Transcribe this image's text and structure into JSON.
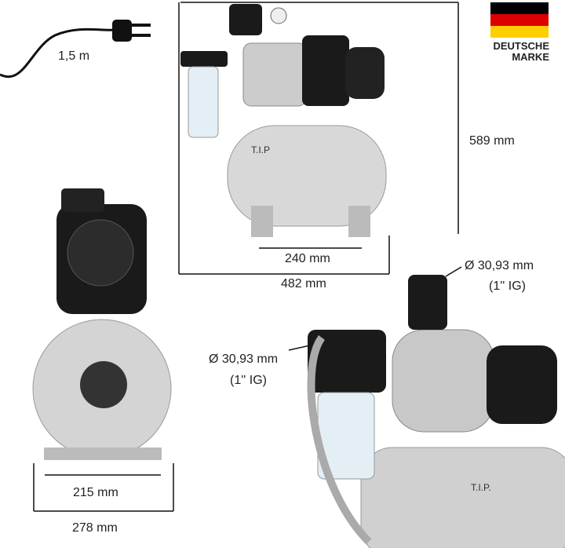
{
  "cable_length": "1,5 m",
  "brand_badge": {
    "line1": "DEUTSCHE",
    "line2": "MARKE",
    "flag_colors": [
      "#000000",
      "#dd0000",
      "#ffce00"
    ]
  },
  "dimensions": {
    "height": "589 mm",
    "foot_width_front": "240 mm",
    "total_width": "482 mm",
    "foot_width_side": "215 mm",
    "total_depth": "278 mm"
  },
  "connections": [
    {
      "size": "Ø 30,93 mm",
      "thread": "(1'' IG)"
    },
    {
      "size": "Ø 30,93 mm",
      "thread": "(1'' IG)"
    }
  ],
  "product_label": "T.I.P."
}
